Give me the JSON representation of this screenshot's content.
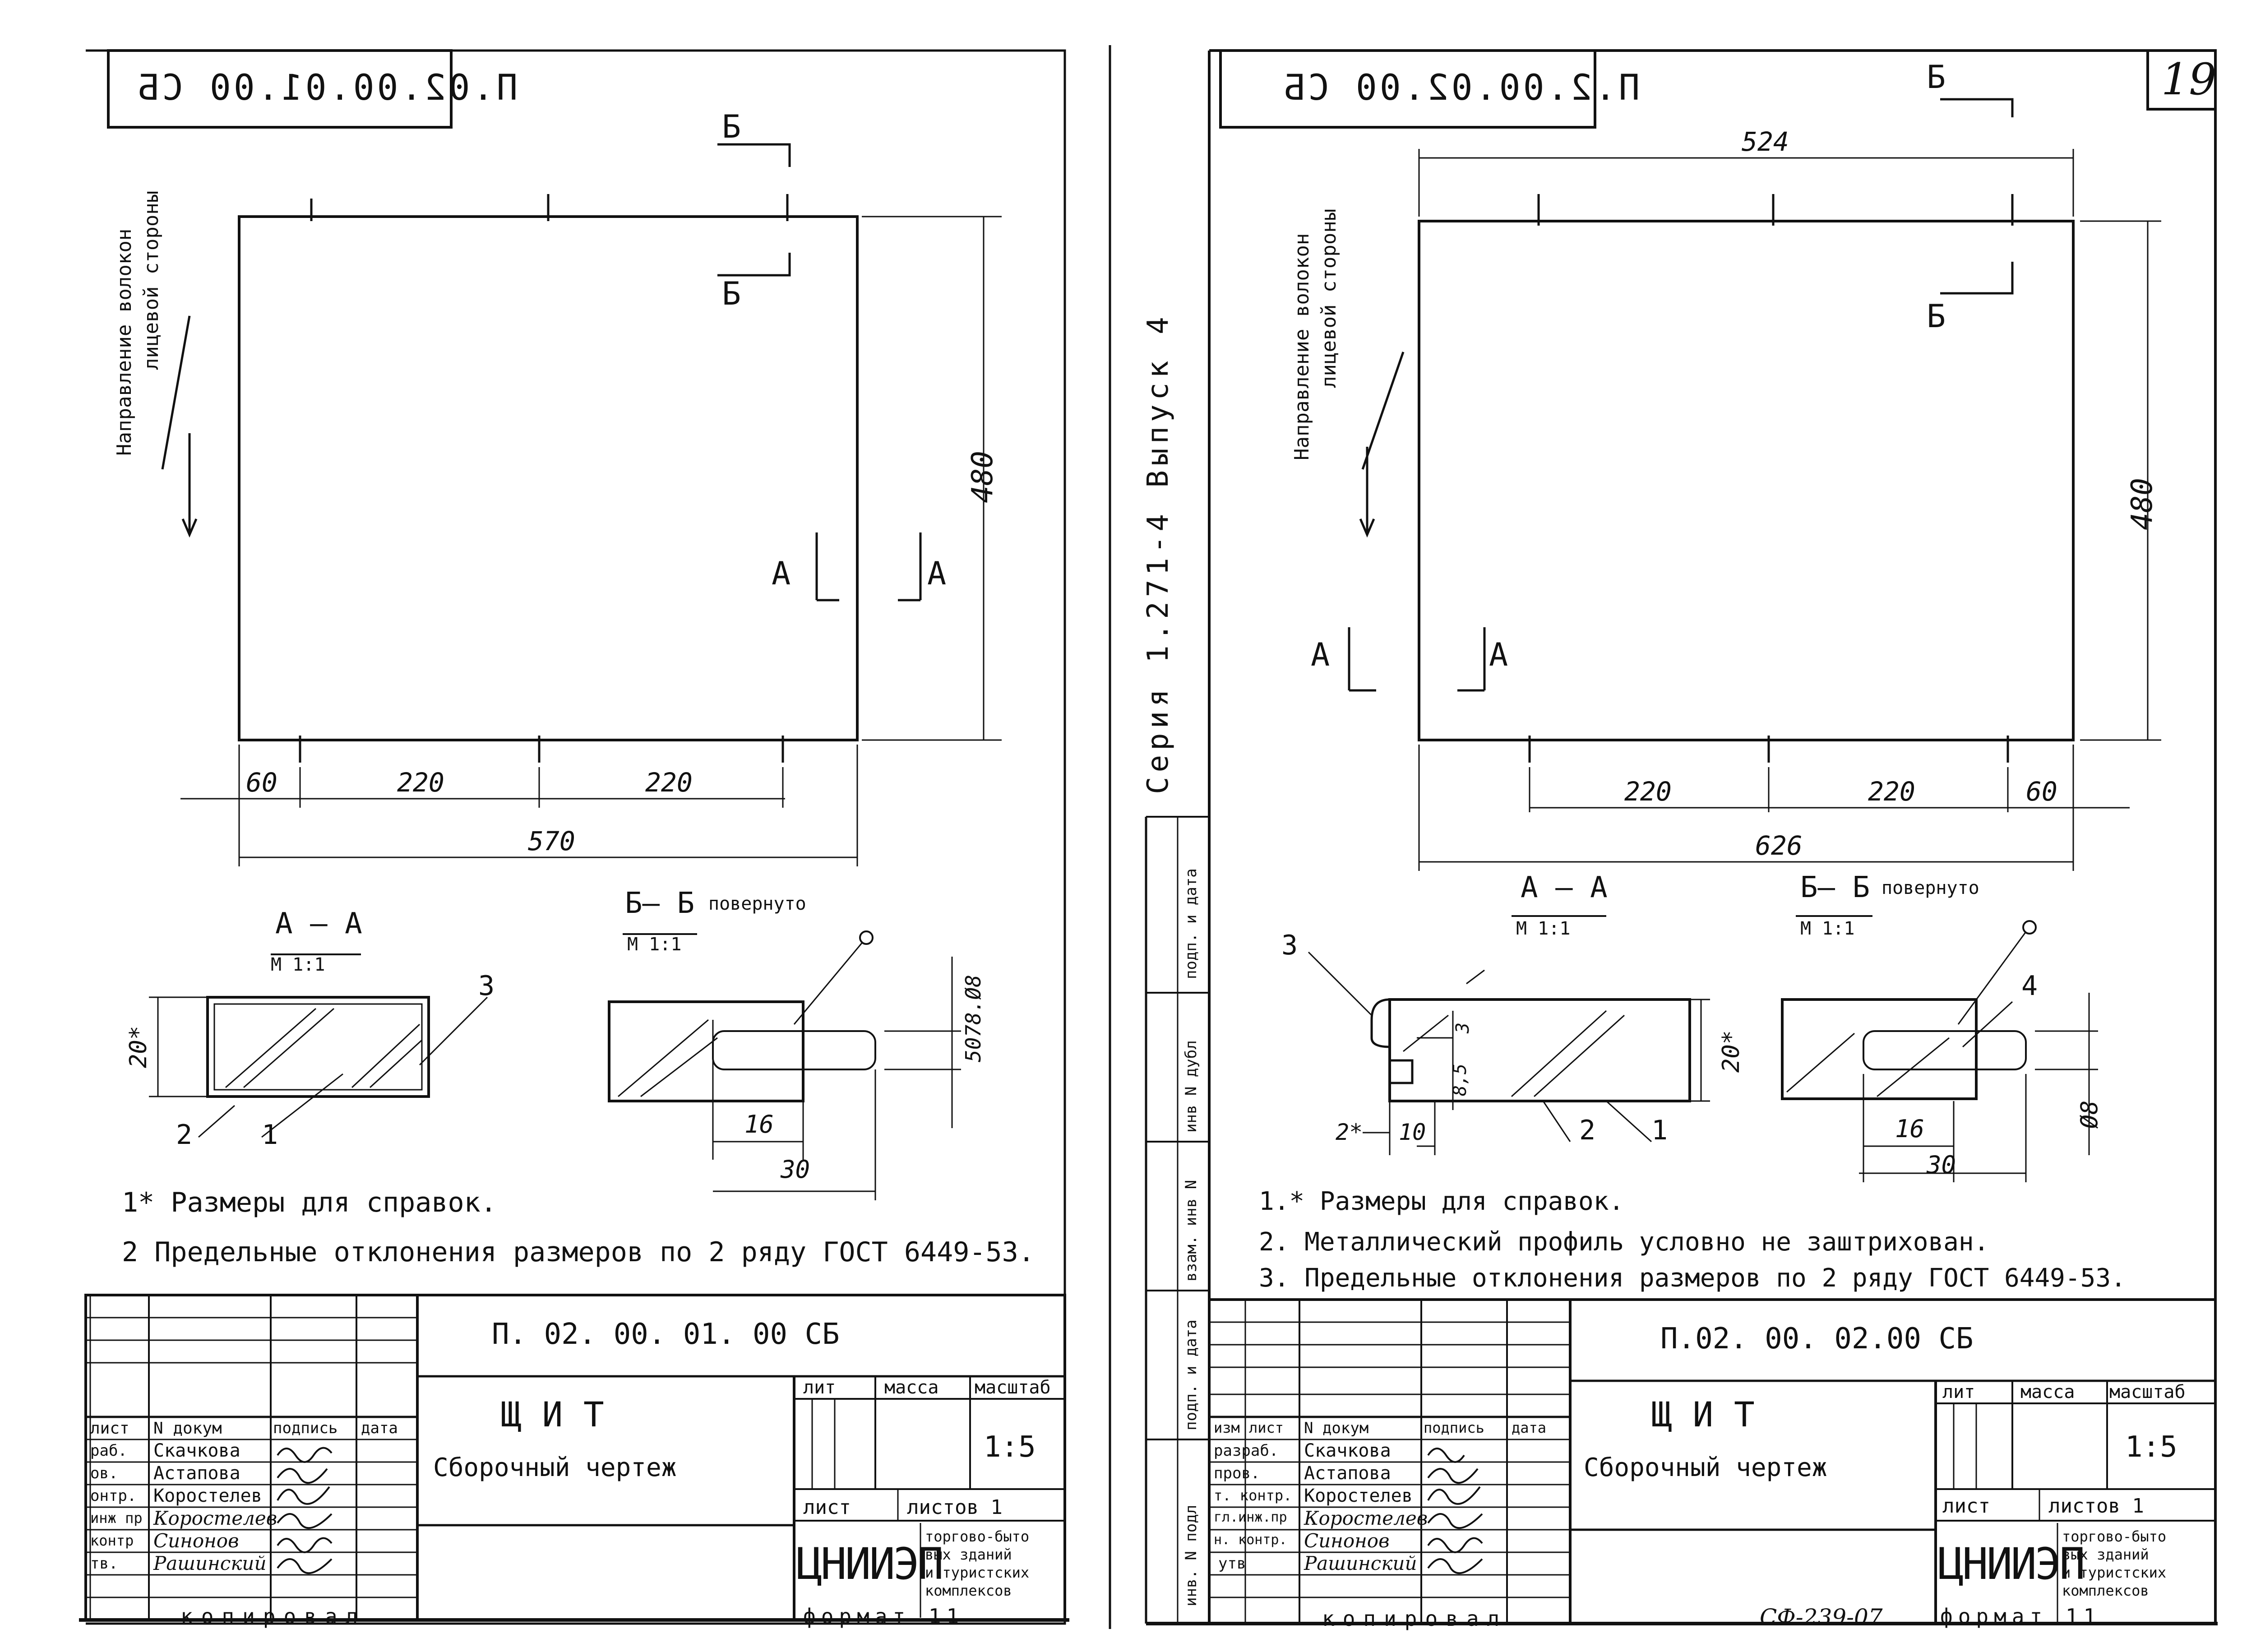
{
  "left_sheet": {
    "doc_code_mirrored": "П.02.00.01.00 СБ",
    "fiber_label_1": "Направление волокон",
    "fiber_label_2": "лицевой стороны",
    "section_b_top": "Б",
    "section_b_bottom": "Б",
    "section_a_left": "А",
    "section_a_right": "А",
    "dim_height": "480",
    "dim_60": "60",
    "dim_220a": "220",
    "dim_220b": "220",
    "dim_width": "570",
    "section_aa_title": "А — А",
    "section_aa_scale": "М 1:1",
    "section_bb_title": "Б— Б",
    "section_bb_rotated": "повернуто",
    "section_bb_scale": "М 1:1",
    "dim_20": "20*",
    "dim_16": "16",
    "dim_30": "30",
    "dim_5078": "5078.Ø8",
    "callout_1": "1",
    "callout_2": "2",
    "callout_3": "3",
    "note_1": "1* Размеры для справок.",
    "note_2": "2 Предельные отклонения размеров по 2 ряду ГОСТ 6449-53.",
    "designation": "П. 02. 00. 01. 00 СБ",
    "item_name": "Щ И Т",
    "item_subtitle": "Сборочный чертеж",
    "hdr_lit": "лит",
    "hdr_mass": "масса",
    "hdr_scale": "масштаб",
    "scale_value": "1:5",
    "hdr_sheet": "лист",
    "hdr_sheets": "листов 1",
    "org_logo": "ЦНИИЭП",
    "org_name_1": "торгово-быто",
    "org_name_2": "вых зданий",
    "org_name_3": "и туристских",
    "org_name_4": "комплексов",
    "cols": [
      "лист",
      "N докум",
      "подпись",
      "дата"
    ],
    "rows": [
      {
        "role": "раб.",
        "name": "Скачкова"
      },
      {
        "role": "ов.",
        "name": "Астапова"
      },
      {
        "role": "онтр.",
        "name": "Коростелев"
      },
      {
        "role": "инж пр",
        "name": "Коростелев"
      },
      {
        "role": "контр",
        "name": "Синонов"
      },
      {
        "role": "тв.",
        "name": "Рашинский"
      }
    ],
    "copied": "копировал",
    "format": "формат 11"
  },
  "right_sheet": {
    "doc_code_mirrored": "П.2.00.02.00 СБ",
    "page_number": "19",
    "fiber_label_1": "Направление волокон",
    "fiber_label_2": "лицевой стороны",
    "series_label": "Серия 1.271-4 Выпуск 4",
    "section_b_top": "Б",
    "section_b_bottom": "Б",
    "section_a_left": "А",
    "section_a_right": "А",
    "dim_top_width": "524",
    "dim_height": "480",
    "dim_220a": "220",
    "dim_220b": "220",
    "dim_60": "60",
    "dim_width": "626",
    "section_aa_title": "А — А",
    "section_aa_scale": "М 1:1",
    "section_bb_title": "Б— Б",
    "section_bb_rotated": "повернуто",
    "section_bb_scale": "М 1:1",
    "dim_20": "20*",
    "dim_3": "3",
    "dim_85": "8,5",
    "dim_2": "2*",
    "dim_10": "10",
    "dim_16": "16",
    "dim_30": "30",
    "dim_8": "Ø8",
    "callout_1": "1",
    "callout_2": "2",
    "callout_3": "3",
    "callout_4": "4",
    "note_1": "1.* Размеры для справок.",
    "note_2": "2. Металлический профиль условно не заштрихован.",
    "note_3": "3. Предельные отклонения размеров по 2 ряду ГОСТ 6449-53.",
    "side_labels": [
      "подп. и дата",
      "инв N дубл",
      "взам. инв N",
      "подп. и дата",
      "инв. N подл"
    ],
    "designation": "П.02. 00. 02.00 СБ",
    "item_name": "Щ И Т",
    "item_subtitle": "Сборочный чертеж",
    "hdr_lit": "лит",
    "hdr_mass": "масса",
    "hdr_scale": "масштаб",
    "scale_value": "1:5",
    "hdr_sheet": "лист",
    "hdr_sheets": "листов 1",
    "org_logo": "ЦНИИЭП",
    "org_name_1": "торгово-быто",
    "org_name_2": "вых зданий",
    "org_name_3": "и туристских",
    "org_name_4": "комплексов",
    "cols": [
      "изм",
      "лист",
      "N докум",
      "подпись",
      "дата"
    ],
    "rows": [
      {
        "role": "разраб.",
        "name": "Скачкова"
      },
      {
        "role": "пров.",
        "name": "Астапова"
      },
      {
        "role": "т. контр.",
        "name": "Коростелев"
      },
      {
        "role": "гл.инж.пр",
        "name": "Коростелев"
      },
      {
        "role": "н. контр.",
        "name": "Синонов"
      },
      {
        "role": "утв",
        "name": "Рашинский"
      }
    ],
    "copied": "копировал",
    "copy_code": "СФ-239-07",
    "format": "формат 11"
  }
}
